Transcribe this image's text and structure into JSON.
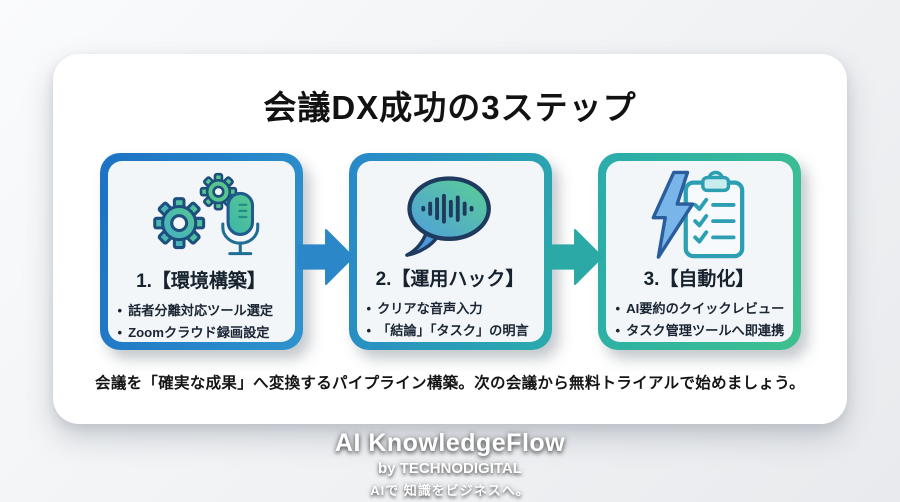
{
  "title": "会議DX成功の3ステップ",
  "ui": {
    "bullet_char": "•"
  },
  "steps": [
    {
      "label": "1.【環境構築】",
      "icon": "gears-and-microphone-icon",
      "bullets": [
        "話者分離対応ツール選定",
        "Zoomクラウド録画設定"
      ],
      "border_colors": [
        "#1d72c3",
        "#2f93cd"
      ]
    },
    {
      "label": "2.【運用ハック】",
      "icon": "speech-bubble-waveform-icon",
      "bullets": [
        "クリアな音声入力",
        "「結論」「タスク」の明言"
      ],
      "border_colors": [
        "#2888c9",
        "#2aabab"
      ]
    },
    {
      "label": "3.【自動化】",
      "icon": "lightning-checklist-icon",
      "bullets": [
        "AI要約のクイックレビュー",
        "タスク管理ツールへ即連携"
      ],
      "border_colors": [
        "#2aacab",
        "#3ec08f"
      ]
    }
  ],
  "arrows": [
    {
      "color": "#2b87c8"
    },
    {
      "color": "#2aa9a6"
    }
  ],
  "tagline": "会議を「確実な成果」へ変換するパイプライン構築。次の会議から無料トライアルで始めましょう。",
  "footer": {
    "brand": "AI KnowledgeFlow",
    "byline": "by TECHNODIGITAL",
    "slogan": "AIで 知識をビジネスへ。"
  }
}
